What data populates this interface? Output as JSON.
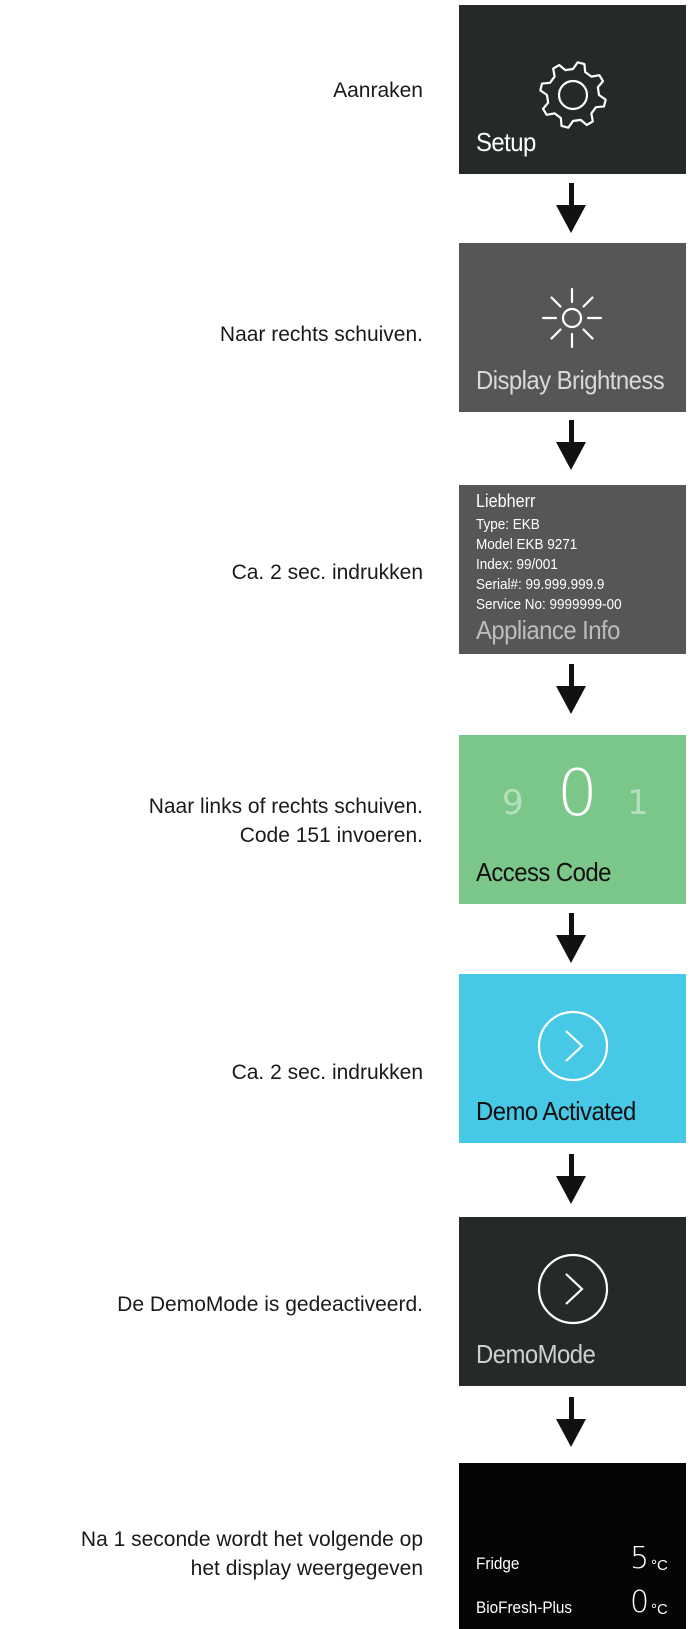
{
  "steps": [
    {
      "instruction": [
        "Aanraken"
      ],
      "panel": {
        "label": "Setup",
        "bg": "#26292a",
        "icon": "gear-icon"
      }
    },
    {
      "instruction": [
        "Naar rechts schuiven."
      ],
      "panel": {
        "label": "Display Brightness",
        "bg": "#555657",
        "icon": "sun-icon"
      }
    },
    {
      "instruction": [
        "Ca. 2 sec. indrukken"
      ],
      "panel": {
        "label": "Appliance Info",
        "bg": "#555657",
        "lines": [
          "Liebherr",
          "Type: EKB",
          "Model EKB 9271",
          "Index: 99/001",
          "Serial#: 99.999.999.9",
          "Service No: 9999999-00"
        ]
      }
    },
    {
      "instruction": [
        "Naar links of rechts schuiven.",
        "Code 151 invoeren."
      ],
      "panel": {
        "label": "Access Code",
        "bg": "#7bc78a",
        "digit_prev": "9",
        "digit_current": "0",
        "digit_next": "1"
      }
    },
    {
      "instruction": [
        "Ca. 2 sec. indrukken"
      ],
      "panel": {
        "label": "Demo Activated",
        "bg": "#47c8e6",
        "icon": "circle-chevron-right-icon"
      }
    },
    {
      "instruction": [
        "De DemoMode is gedeactiveerd."
      ],
      "panel": {
        "label": "DemoMode",
        "bg": "#26292a",
        "icon": "circle-chevron-right-icon"
      }
    },
    {
      "instruction": [
        "Na 1 seconde wordt het volgende op",
        "het display weergegeven"
      ],
      "panel": {
        "bg": "#050505",
        "rows": [
          {
            "name": "Fridge",
            "value": "5",
            "unit": "°C"
          },
          {
            "name": "BioFresh-Plus",
            "value": "0",
            "unit": "°C"
          }
        ]
      }
    }
  ],
  "arrow_icon": "arrow-down-icon"
}
